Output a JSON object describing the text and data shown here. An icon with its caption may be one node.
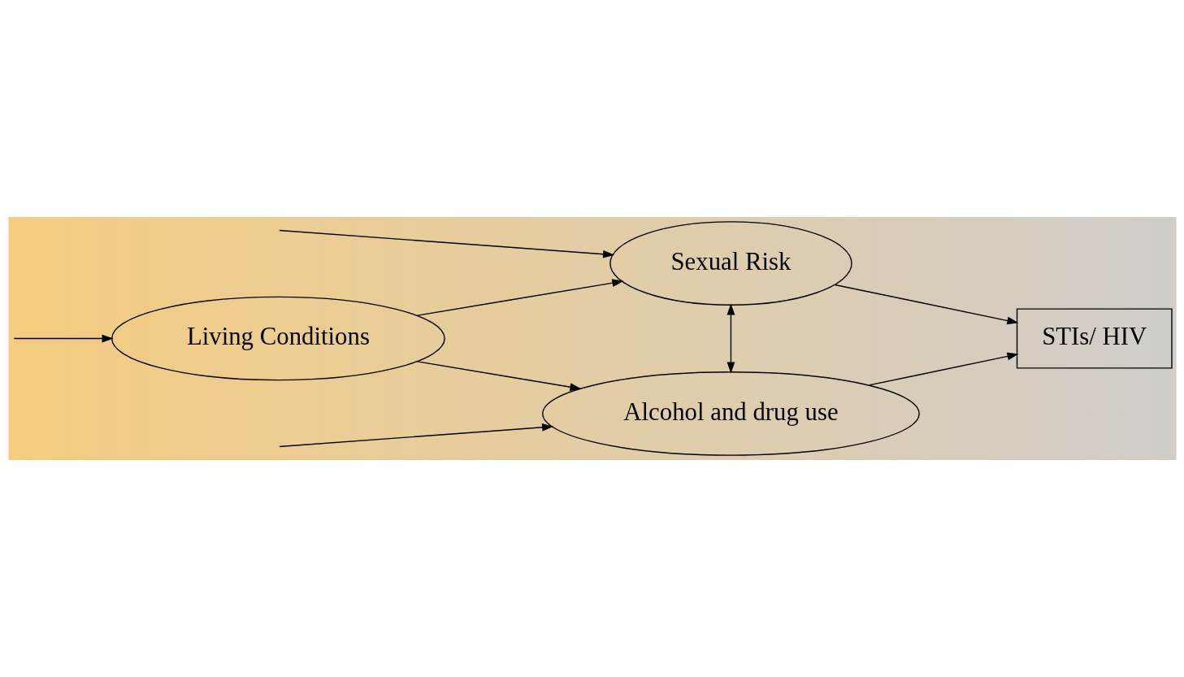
{
  "diagram": {
    "nodes": [
      {
        "text": [
          "Living Conditions"
        ]
      },
      {
        "text": [
          "Alcohol and drug use"
        ]
      },
      {
        "text": [
          "Sexual Risk"
        ]
      },
      {
        "text": [
          "STIs/ HIV"
        ]
      }
    ],
    "edges": [
      {
        "from": null,
        "to": 1,
        "arrow": "to"
      },
      {
        "from": null,
        "to": 0,
        "arrow": "to"
      },
      {
        "from": null,
        "to": 2,
        "arrow": "to"
      },
      {
        "from": 0,
        "to": 1,
        "arrow": "to"
      },
      {
        "from": 0,
        "to": 2,
        "arrow": "to"
      },
      {
        "from": 1,
        "to": 2,
        "arrow": "both"
      },
      {
        "from": 1,
        "to": 3,
        "arrow": "to"
      },
      {
        "from": 2,
        "to": 3,
        "arrow": "to"
      }
    ]
  }
}
